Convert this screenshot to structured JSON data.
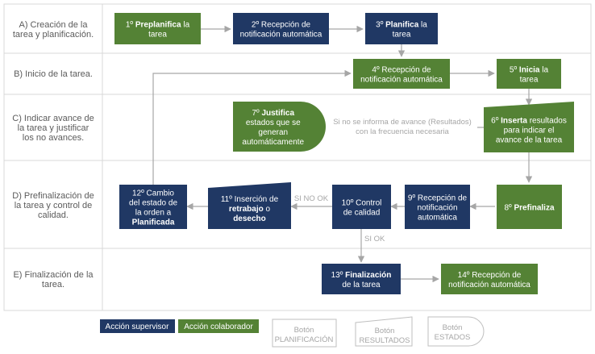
{
  "colors": {
    "supervisor": "#203864",
    "collaborator": "#548235",
    "lane_border": "#d9d9d9",
    "arrow": "#a6a6a6",
    "label_text": "#5b5b5b"
  },
  "lanes": [
    {
      "lines": [
        "A) Creación de la",
        "tarea y planificación."
      ]
    },
    {
      "lines": [
        "B) Inicio de la tarea."
      ]
    },
    {
      "lines": [
        "C) Indicar avance de",
        "la tarea y justificar",
        "los no avances."
      ]
    },
    {
      "lines": [
        "D) Prefinalización de",
        "la tarea y control de",
        "calidad."
      ]
    },
    {
      "lines": [
        "E) Finalización de la",
        "tarea."
      ]
    }
  ],
  "nodes": {
    "n1": {
      "role": "collaborator",
      "shape": "rect",
      "lines": [
        [
          {
            "t": "1º ",
            "b": false
          },
          {
            "t": "Preplanifica",
            "b": true
          },
          {
            "t": " la",
            "b": false
          }
        ],
        [
          {
            "t": "tarea",
            "b": false
          }
        ]
      ]
    },
    "n2": {
      "role": "supervisor",
      "shape": "rect",
      "lines": [
        [
          {
            "t": "2º Recepción de",
            "b": false
          }
        ],
        [
          {
            "t": "notificación automática",
            "b": false
          }
        ]
      ]
    },
    "n3": {
      "role": "supervisor",
      "shape": "rect",
      "lines": [
        [
          {
            "t": "3º ",
            "b": false
          },
          {
            "t": "Planifica",
            "b": true
          },
          {
            "t": " la",
            "b": false
          }
        ],
        [
          {
            "t": "tarea",
            "b": false
          }
        ]
      ]
    },
    "n4": {
      "role": "collaborator",
      "shape": "rect",
      "lines": [
        [
          {
            "t": "4º Recepción de",
            "b": false
          }
        ],
        [
          {
            "t": "notificación automática",
            "b": false
          }
        ]
      ]
    },
    "n5": {
      "role": "collaborator",
      "shape": "rect",
      "lines": [
        [
          {
            "t": "5º ",
            "b": false
          },
          {
            "t": "Inicia",
            "b": true
          },
          {
            "t": " la",
            "b": false
          }
        ],
        [
          {
            "t": "tarea",
            "b": false
          }
        ]
      ]
    },
    "n6": {
      "role": "collaborator",
      "shape": "slanted",
      "lines": [
        [
          {
            "t": "6º ",
            "b": false
          },
          {
            "t": "Inserta",
            "b": true
          },
          {
            "t": " resultados",
            "b": false
          }
        ],
        [
          {
            "t": "para indicar el",
            "b": false
          }
        ],
        [
          {
            "t": "avance de la tarea",
            "b": false
          }
        ]
      ]
    },
    "n7": {
      "role": "collaborator",
      "shape": "delay",
      "lines": [
        [
          {
            "t": "7º  ",
            "b": false
          },
          {
            "t": "Justifica",
            "b": true
          }
        ],
        [
          {
            "t": "estados que se",
            "b": false
          }
        ],
        [
          {
            "t": "generan",
            "b": false
          }
        ],
        [
          {
            "t": "automáticamente",
            "b": false
          }
        ]
      ]
    },
    "n8": {
      "role": "collaborator",
      "shape": "rect",
      "lines": [
        [
          {
            "t": "8º ",
            "b": false
          },
          {
            "t": "Prefinaliza",
            "b": true
          }
        ]
      ]
    },
    "n9": {
      "role": "supervisor",
      "shape": "rect",
      "lines": [
        [
          {
            "t": "9º Recepción de",
            "b": false
          }
        ],
        [
          {
            "t": "notificación",
            "b": false
          }
        ],
        [
          {
            "t": "automática",
            "b": false
          }
        ]
      ]
    },
    "n10": {
      "role": "supervisor",
      "shape": "rect",
      "lines": [
        [
          {
            "t": "10º Control",
            "b": false
          }
        ],
        [
          {
            "t": "de calidad",
            "b": false
          }
        ]
      ]
    },
    "n11": {
      "role": "supervisor",
      "shape": "slanted",
      "lines": [
        [
          {
            "t": "11º Inserción de",
            "b": false
          }
        ],
        [
          {
            "t": "retrabajo",
            "b": true
          },
          {
            "t": " o",
            "b": false
          }
        ],
        [
          {
            "t": "desecho",
            "b": true
          }
        ]
      ]
    },
    "n12": {
      "role": "supervisor",
      "shape": "rect",
      "lines": [
        [
          {
            "t": "12º Cambio",
            "b": false
          }
        ],
        [
          {
            "t": "del estado de",
            "b": false
          }
        ],
        [
          {
            "t": "la orden a",
            "b": false
          }
        ],
        [
          {
            "t": "Planificada",
            "b": true
          }
        ]
      ]
    },
    "n13": {
      "role": "supervisor",
      "shape": "rect",
      "lines": [
        [
          {
            "t": "13º ",
            "b": false
          },
          {
            "t": "Finalización",
            "b": true
          }
        ],
        [
          {
            "t": "de la tarea",
            "b": false
          }
        ]
      ]
    },
    "n14": {
      "role": "collaborator",
      "shape": "rect",
      "lines": [
        [
          {
            "t": "14º Recepción de",
            "b": false
          }
        ],
        [
          {
            "t": "notificación automática",
            "b": false
          }
        ]
      ]
    }
  },
  "edge_labels": {
    "no_avance": [
      "Si no se informa de avance (Resultados)",
      "con la frecuencia necesaria"
    ],
    "si_no_ok": "SI NO OK",
    "si_ok": "SI OK"
  },
  "legend": {
    "supervisor": "Acción supervisor",
    "collaborator": "Acción colaborador"
  },
  "buttons": {
    "planificacion": [
      "Botón",
      "PLANIFICACIÓN"
    ],
    "resultados": [
      "Botón",
      "RESULTADOS"
    ],
    "estados": [
      "Botón",
      "ESTADOS"
    ]
  }
}
